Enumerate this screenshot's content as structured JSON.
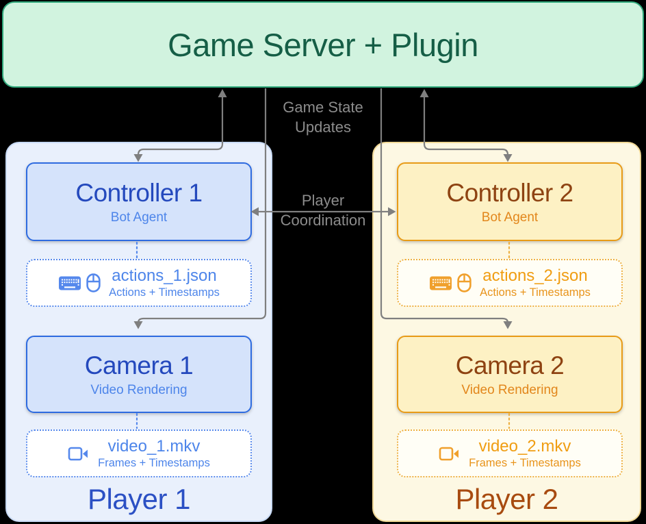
{
  "background_color": "#000000",
  "server": {
    "label": "Game Server + Plugin",
    "fill": "#d1f3df",
    "border_color": "#2fa87b",
    "text_color": "#155e46"
  },
  "connections": {
    "arrow_color": "#7f7f7f",
    "label_color": "#8c8c8c",
    "game_state_label": [
      "Game State",
      "Updates"
    ],
    "coordination_label": [
      "Player",
      "Coordination"
    ]
  },
  "players": [
    {
      "name": "Player 1",
      "colors": {
        "panel_fill": "#e9f0fc",
        "panel_border": "#c8daf5",
        "box_fill": "#d5e3fb",
        "box_border": "#2e6be0",
        "title_text": "#2449bd",
        "accent_text": "#4d85ea",
        "dotted_border": "#5588ec",
        "player_label_text": "#2b50c4"
      },
      "controller": {
        "title": "Controller 1",
        "subtitle": "Bot Agent"
      },
      "actions_file": {
        "icons": [
          "keyboard-icon",
          "mouse-icon"
        ],
        "name": "actions_1.json",
        "subtitle": "Actions + Timestamps"
      },
      "camera": {
        "title": "Camera 1",
        "subtitle": "Video Rendering"
      },
      "video_file": {
        "icons": [
          "video-camera-icon"
        ],
        "name": "video_1.mkv",
        "subtitle": "Frames + Timestamps"
      }
    },
    {
      "name": "Player 2",
      "colors": {
        "panel_fill": "#fdf8e3",
        "panel_border": "#f0d896",
        "box_fill": "#fdf1c4",
        "box_border": "#e89b17",
        "title_text": "#8e4312",
        "accent_text": "#e2861b",
        "dotted_border": "#eeb041",
        "player_label_text": "#a84b10"
      },
      "controller": {
        "title": "Controller 2",
        "subtitle": "Bot Agent"
      },
      "actions_file": {
        "icons": [
          "keyboard-icon",
          "mouse-icon"
        ],
        "name": "actions_2.json",
        "subtitle": "Actions + Timestamps"
      },
      "camera": {
        "title": "Camera 2",
        "subtitle": "Video Rendering"
      },
      "video_file": {
        "icons": [
          "video-camera-icon"
        ],
        "name": "video_2.mkv",
        "subtitle": "Frames + Timestamps"
      }
    }
  ]
}
